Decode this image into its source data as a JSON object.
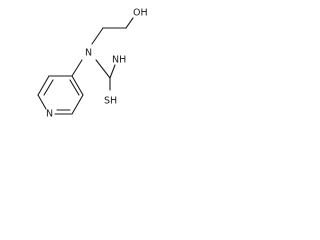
{
  "molecule": {
    "atoms": {
      "oh": "OH",
      "n_amine": "N",
      "nh": "NH",
      "sh": "SH",
      "n_ring": "N"
    }
  }
}
